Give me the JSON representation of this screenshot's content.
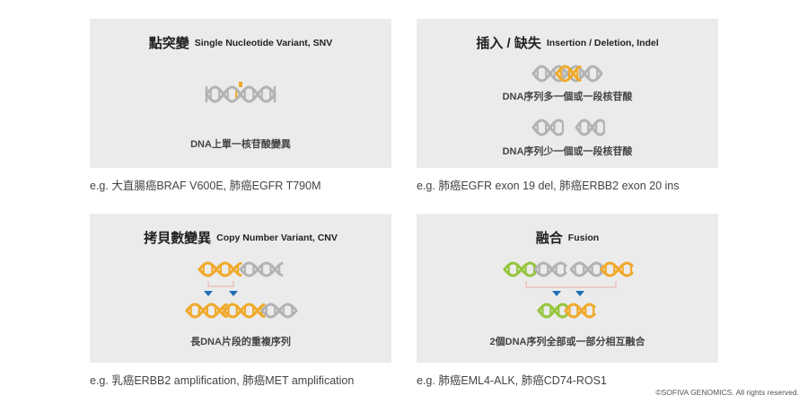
{
  "panels": [
    {
      "title_zh": "點突變",
      "title_en": "Single Nucleotide Variant, SNV",
      "captions": [
        "DNA上單一核苷酸變異"
      ],
      "example": "e.g. 大直腸癌BRAF V600E, 肺癌EGFR T790M"
    },
    {
      "title_zh": "插入 / 缺失",
      "title_en": "Insertion / Deletion, Indel",
      "captions": [
        "DNA序列多一個或一段核苷酸",
        "DNA序列少一個或一段核苷酸"
      ],
      "example": "e.g. 肺癌EGFR exon 19 del, 肺癌ERBB2 exon 20 ins"
    },
    {
      "title_zh": "拷貝數變異",
      "title_en": "Copy Number Variant, CNV",
      "captions": [
        "長DNA片段的重複序列"
      ],
      "example": "e.g. 乳癌ERBB2 amplification, 肺癌MET amplification"
    },
    {
      "title_zh": "融合",
      "title_en": "Fusion",
      "captions": [
        "2個DNA序列全部或一部分相互融合"
      ],
      "example": "e.g. 肺癌EML4-ALK, 肺癌CD74-ROS1"
    }
  ],
  "colors": {
    "panel_bg": "#ebebeb",
    "dna_gray": "#b3b3b3",
    "dna_orange": "#f0a92a",
    "dna_green": "#95c53d",
    "arrow_blue": "#1f6fb5",
    "bracket_pink": "#e8a9a6"
  },
  "copyright": "©SOFIVA GENOMICS. All rights reserved."
}
